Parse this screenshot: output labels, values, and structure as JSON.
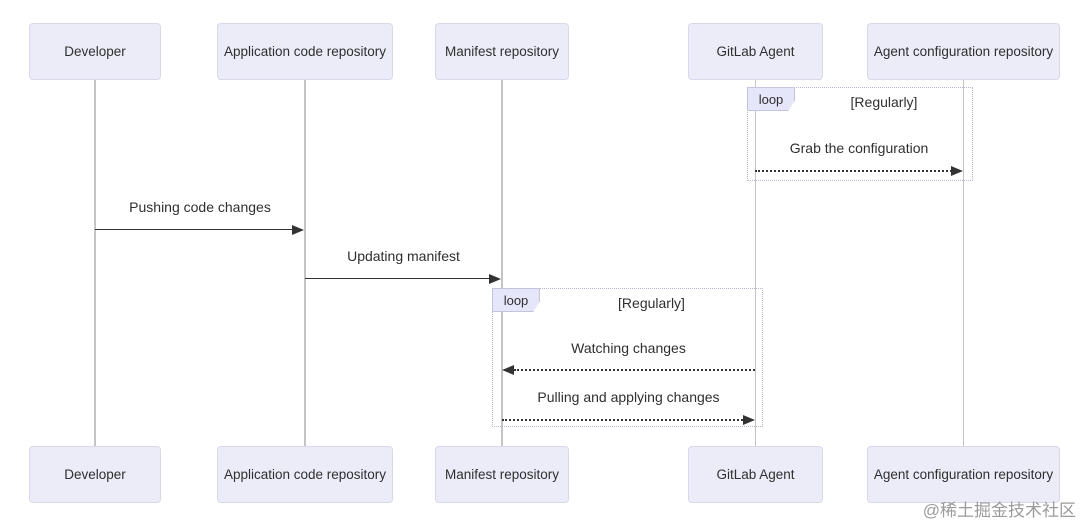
{
  "diagram": {
    "type": "sequence",
    "actors": [
      {
        "id": "developer",
        "label": "Developer"
      },
      {
        "id": "application-code-repository",
        "label": "Application code repository"
      },
      {
        "id": "manifest-repository",
        "label": "Manifest repository"
      },
      {
        "id": "gitlab-agent",
        "label": "GitLab Agent"
      },
      {
        "id": "agent-configuration-repository",
        "label": "Agent configuration repository"
      }
    ],
    "loops": [
      {
        "keyword": "loop",
        "condition": "[Regularly]"
      },
      {
        "keyword": "loop",
        "condition": "[Regularly]"
      }
    ],
    "messages": [
      {
        "label": "Grab the configuration",
        "from": "GitLab Agent",
        "to": "Agent configuration repository",
        "line": "dotted",
        "direction": "right"
      },
      {
        "label": "Pushing code changes",
        "from": "Developer",
        "to": "Application code repository",
        "line": "solid",
        "direction": "right"
      },
      {
        "label": "Updating manifest",
        "from": "Application code repository",
        "to": "Manifest repository",
        "line": "solid",
        "direction": "right"
      },
      {
        "label": "Watching changes",
        "from": "GitLab Agent",
        "to": "Manifest repository",
        "line": "dotted",
        "direction": "left"
      },
      {
        "label": "Pulling and applying changes",
        "from": "Manifest repository",
        "to": "GitLab Agent",
        "line": "dotted",
        "direction": "right"
      }
    ],
    "colors": {
      "actor_fill": "#ececf9",
      "actor_border": "#d8d8ea",
      "loop_label_fill": "#e6e6fa",
      "loop_border": "#b6b6cc",
      "message_line": "#333333",
      "lifeline": "#c4c4c4",
      "text": "#2f2f2f"
    }
  },
  "watermark": {
    "text": "@稀土掘金技术社区"
  }
}
